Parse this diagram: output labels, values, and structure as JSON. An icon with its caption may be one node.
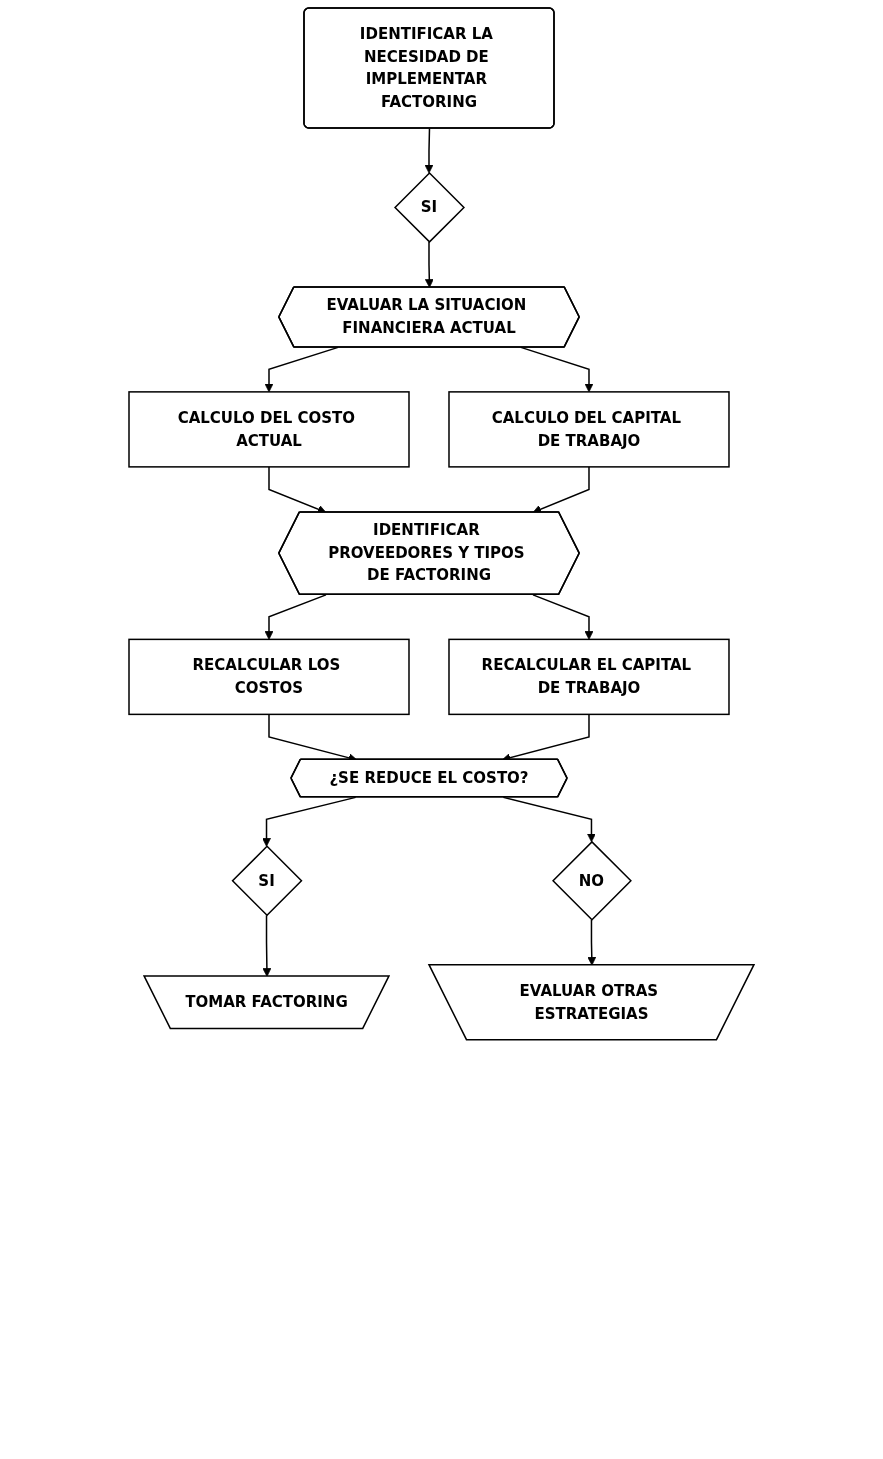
{
  "diagram": {
    "nodes": [
      {
        "text": [
          "IDENTIFICAR LA NECESIDAD DE IMPLEMENTAR FACTORING"
        ]
      },
      {
        "text": [
          "SI"
        ]
      },
      {
        "text": [
          "EVALUAR LA SITUACION FINANCIERA ACTUAL"
        ]
      },
      {
        "text": [
          "CALCULO DEL COSTO ACTUAL"
        ]
      },
      {
        "text": [
          "CALCULO DEL CAPITAL DE TRABAJO"
        ]
      },
      {
        "text": [
          "IDENTIFICAR PROVEEDORES Y TIPOS DE FACTORING"
        ]
      },
      {
        "text": [
          "RECALCULAR LOS COSTOS"
        ]
      },
      {
        "text": [
          "RECALCULAR EL CAPITAL DE TRABAJO"
        ]
      },
      {
        "text": [
          "¿SE REDUCE EL COSTO?"
        ]
      },
      {
        "text": [
          "SI"
        ]
      },
      {
        "text": [
          "NO"
        ]
      },
      {
        "text": [
          "EVALUAR OTRAS ESTRATEGIAS"
        ]
      },
      {
        "text": [
          "TOMAR FACTORING"
        ]
      }
    ],
    "edges": [
      {
        "from": 0,
        "to": 1,
        "arrow": "to"
      },
      {
        "from": 1,
        "to": 2,
        "arrow": "to"
      },
      {
        "from": 2,
        "to": 3,
        "arrow": "to"
      },
      {
        "from": 2,
        "to": 4,
        "arrow": "to"
      },
      {
        "from": 3,
        "to": 5,
        "arrow": "to"
      },
      {
        "from": 4,
        "to": 5,
        "arrow": "to"
      },
      {
        "from": 5,
        "to": 6,
        "arrow": "to"
      },
      {
        "from": 5,
        "to": 7,
        "arrow": "to"
      },
      {
        "from": 6,
        "to": 8,
        "arrow": "to"
      },
      {
        "from": 7,
        "to": 8,
        "arrow": "to"
      },
      {
        "from": 8,
        "to": 9,
        "arrow": "to"
      },
      {
        "from": 8,
        "to": 10,
        "arrow": "to"
      },
      {
        "from": 10,
        "to": 11,
        "arrow": "to"
      },
      {
        "from": 9,
        "to": 12,
        "arrow": "to"
      }
    ]
  }
}
